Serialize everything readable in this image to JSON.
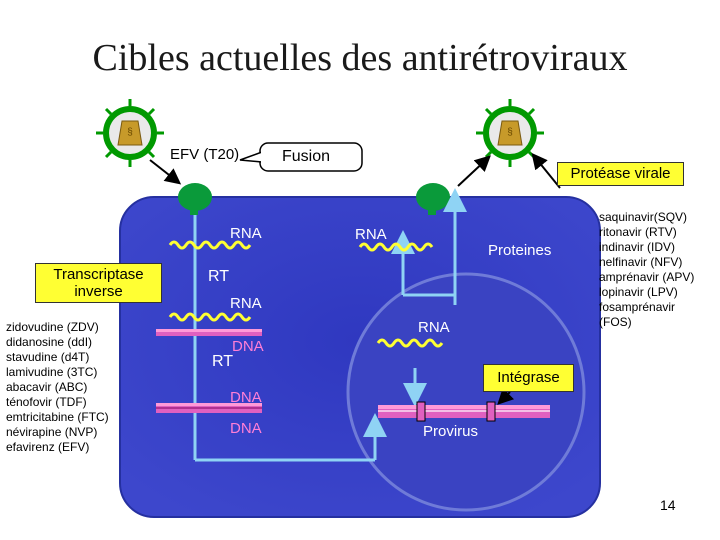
{
  "title": "Cibles actuelles des antirétroviraux",
  "labels": {
    "efv": "EFV (T20)",
    "fusion": "Fusion",
    "protease": "Protéase virale",
    "transcriptase": "Transcriptase inverse",
    "rna1": "RNA",
    "rna2": "RNA",
    "rna3": "RNA",
    "rna4": "RNA",
    "rt1": "RT",
    "rt2": "RT",
    "dna1": "DNA",
    "dna2": "DNA",
    "dna3": "DNA",
    "proteines": "Proteines",
    "integrase": "Intégrase",
    "provirus": "Provirus",
    "page_number": "14"
  },
  "rt_drugs": [
    "zidovudine (ZDV)",
    "didanosine (ddI)",
    "stavudine (d4T)",
    "lamivudine (3TC)",
    "abacavir (ABC)",
    "ténofovir (TDF)",
    "emtricitabine (FTC)",
    "névirapine (NVP)",
    "efavirenz (EFV)"
  ],
  "protease_drugs": [
    "saquinavir(SQV)",
    "ritonavir (RTV)",
    "indinavir (IDV)",
    "nelfinavir (NFV)",
    "amprénavir (APV)",
    "lopinavir (LPV)",
    "fosamprénavir",
    "(FOS)"
  ],
  "colors": {
    "cell": "#3b44c6",
    "nucleus": "#3942c0",
    "nucleus_border": "#6f7bd8",
    "arrow": "#8fd3f4",
    "box": "#ffff33",
    "rna": "#ffff33",
    "dna": "#e060c0",
    "virus_ring": "#009900"
  }
}
